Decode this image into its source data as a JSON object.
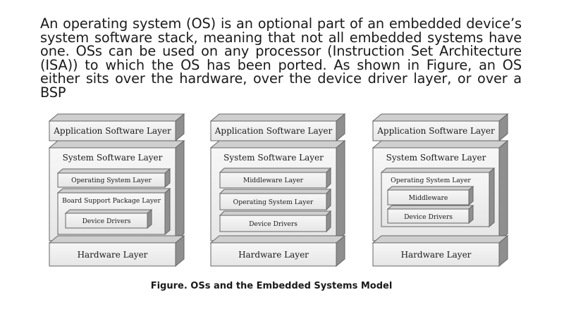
{
  "text": {
    "paragraph": "An operating system (OS) is an optional part of an embedded device’s system software stack, meaning that not all embedded systems have one. OSs can be used on any processor (Instruction Set Architecture (ISA)) to which the OS has been ported. As shown in Figure, an OS either sits over the hardware, over the device driver layer, or over a BSP",
    "caption": "Figure. OSs and the Embedded Systems Model"
  },
  "diagrams": [
    {
      "application": "Application Software Layer",
      "system": "System Software Layer",
      "inner": [
        "Operating System Layer",
        "Board Support Package Layer"
      ],
      "nested": "Device Drivers",
      "hardware": "Hardware Layer"
    },
    {
      "application": "Application Software Layer",
      "system": "System Software Layer",
      "inner": [
        "Middleware Layer",
        "Operating System Layer",
        "Device Drivers"
      ],
      "hardware": "Hardware Layer"
    },
    {
      "application": "Application Software Layer",
      "system": "System Software Layer",
      "os_container": "Operating System Layer",
      "inner": [
        "Middleware",
        "Device Drivers"
      ],
      "hardware": "Hardware Layer"
    }
  ]
}
